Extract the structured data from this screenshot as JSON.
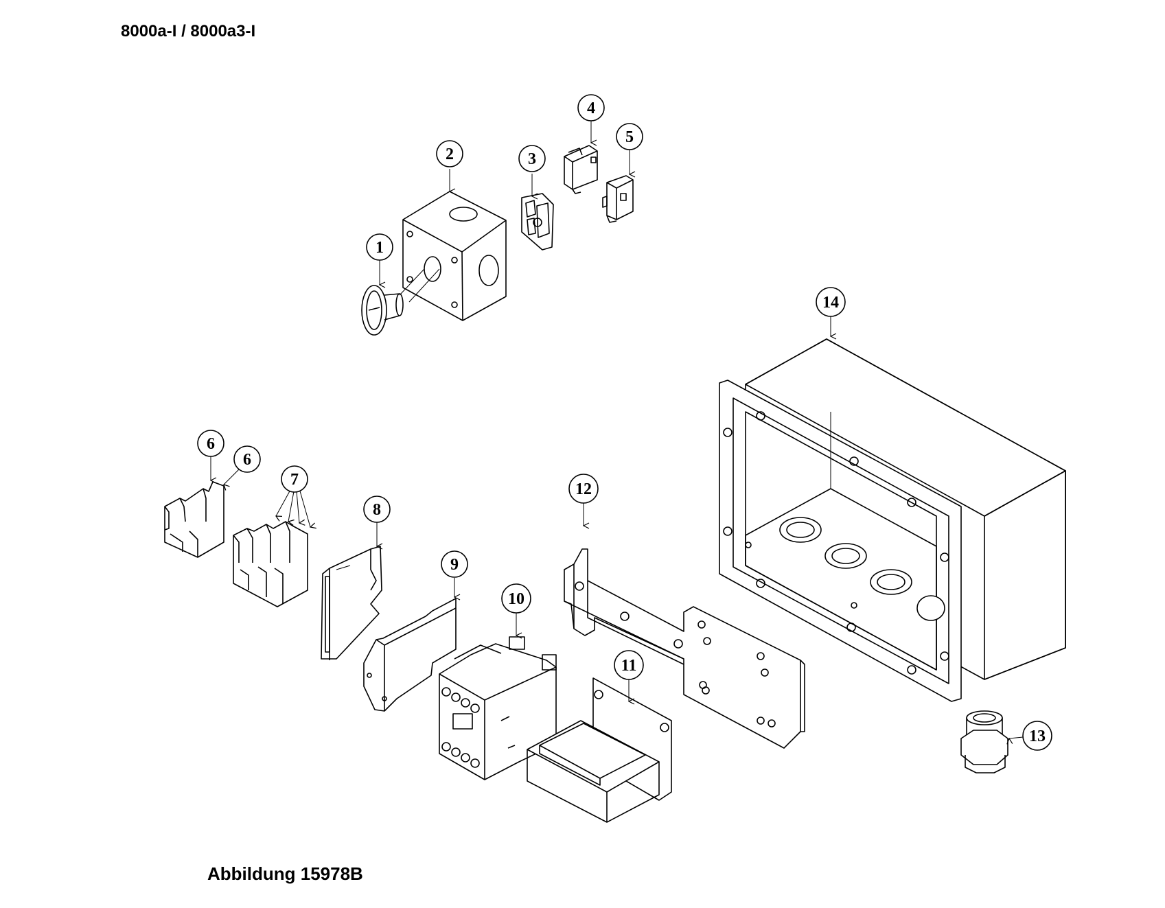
{
  "header": {
    "title": "8000a-I / 8000a3-I"
  },
  "footer": {
    "caption": "Abbildung 15978B"
  },
  "callouts": [
    "1",
    "2",
    "3",
    "4",
    "5",
    "6",
    "6",
    "7",
    "8",
    "9",
    "10",
    "11",
    "12",
    "13",
    "14"
  ]
}
